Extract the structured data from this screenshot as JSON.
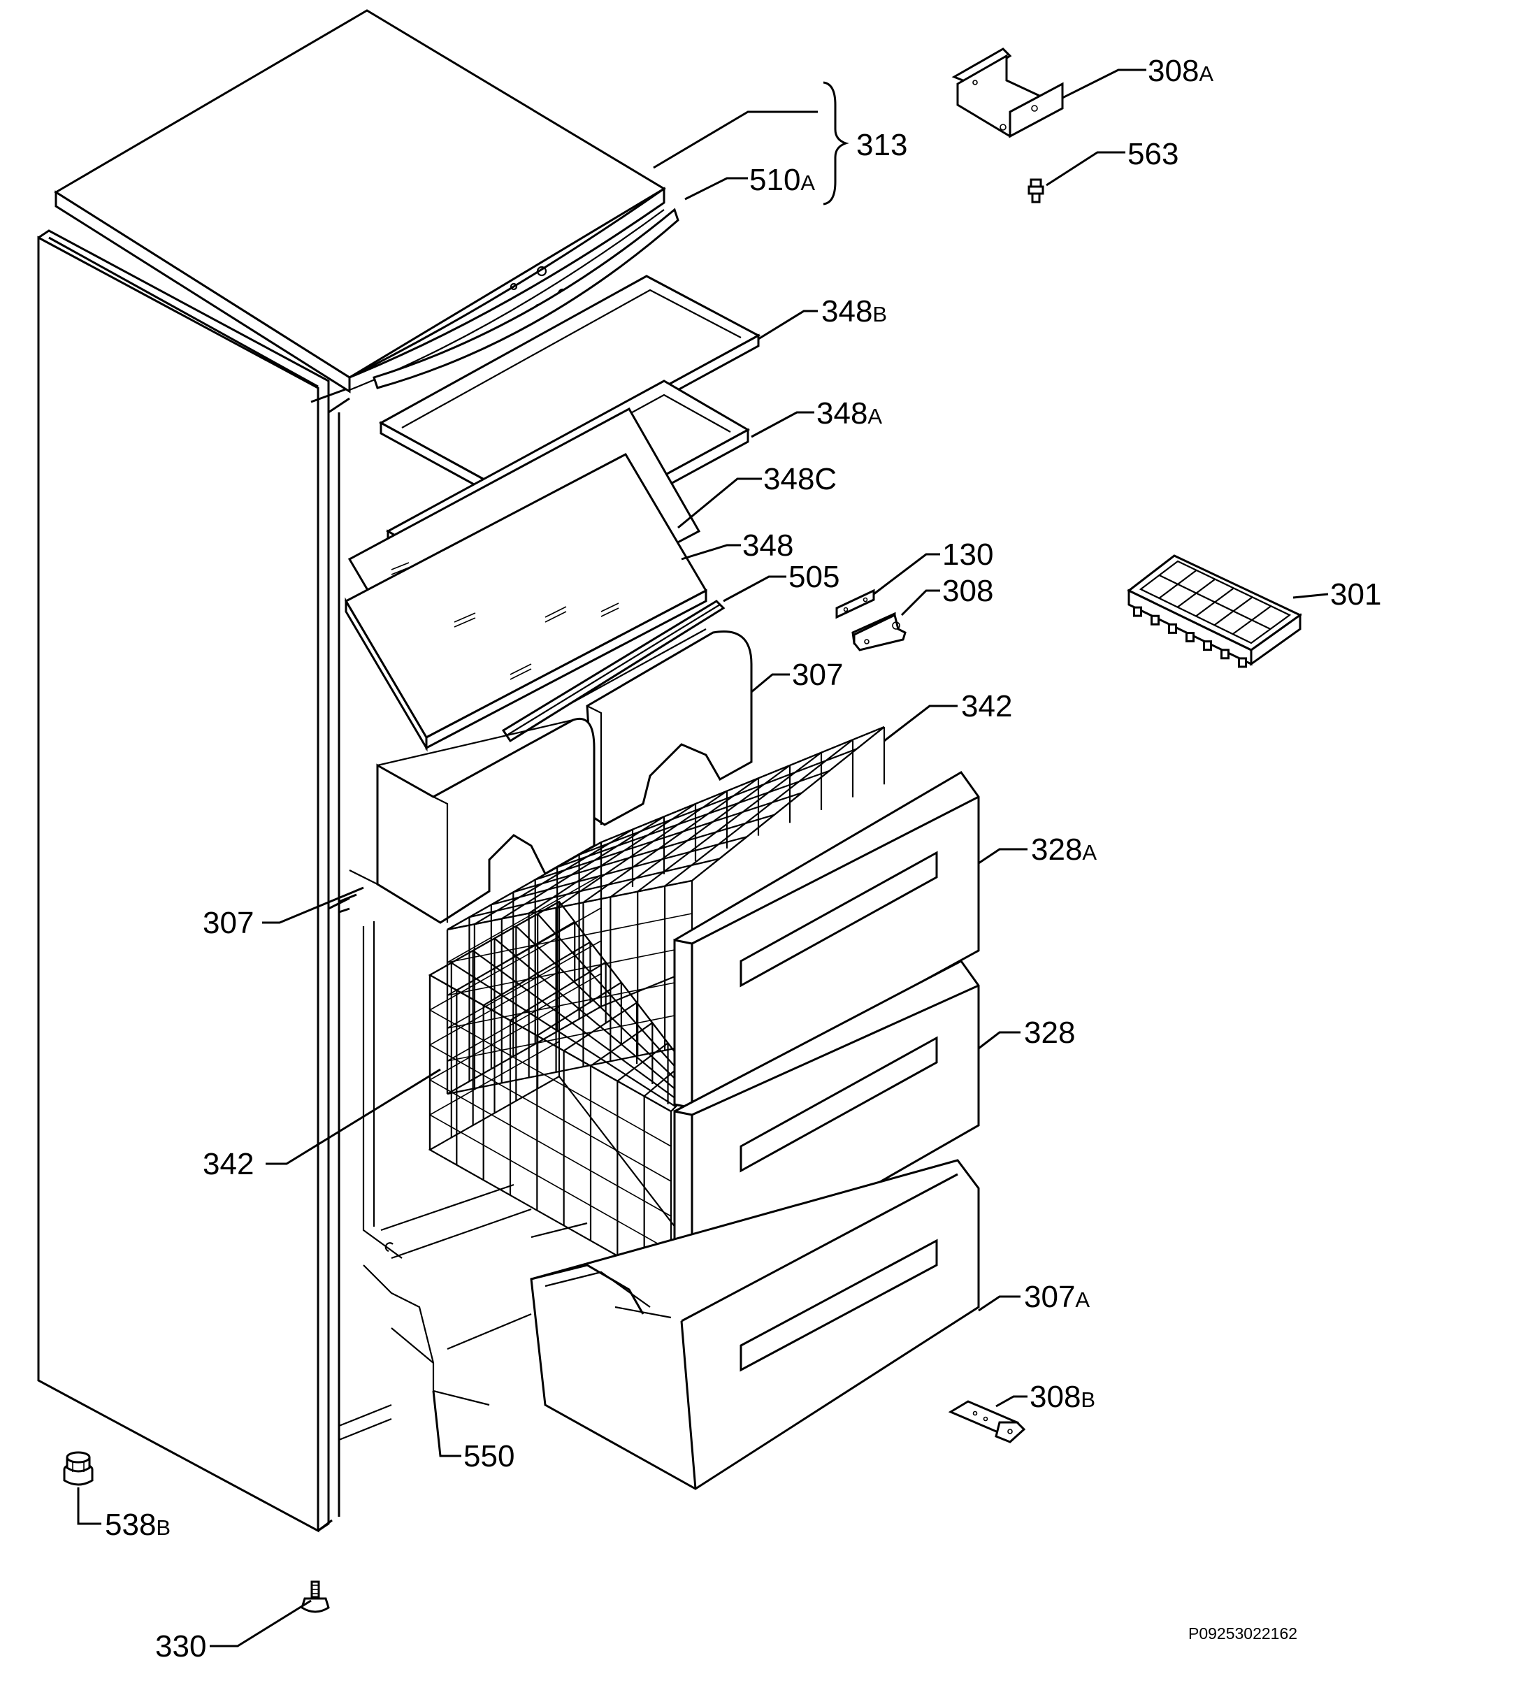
{
  "diagram": {
    "drawing_code": "P09253022162",
    "callouts": [
      {
        "id": "c-308a",
        "num": "308",
        "suffix": "A"
      },
      {
        "id": "c-563",
        "num": "563",
        "suffix": ""
      },
      {
        "id": "c-313",
        "num": "313",
        "suffix": ""
      },
      {
        "id": "c-510a",
        "num": "510",
        "suffix": "A"
      },
      {
        "id": "c-348b",
        "num": "348",
        "suffix": "B"
      },
      {
        "id": "c-348a",
        "num": "348",
        "suffix": "A"
      },
      {
        "id": "c-348c",
        "num": "348C",
        "suffix": ""
      },
      {
        "id": "c-348",
        "num": "348",
        "suffix": ""
      },
      {
        "id": "c-130",
        "num": "130",
        "suffix": ""
      },
      {
        "id": "c-505",
        "num": "505",
        "suffix": ""
      },
      {
        "id": "c-308",
        "num": "308",
        "suffix": ""
      },
      {
        "id": "c-301",
        "num": "301",
        "suffix": ""
      },
      {
        "id": "c-307-top",
        "num": "307",
        "suffix": ""
      },
      {
        "id": "c-342-top",
        "num": "342",
        "suffix": ""
      },
      {
        "id": "c-328a",
        "num": "328",
        "suffix": "A"
      },
      {
        "id": "c-307-left",
        "num": "307",
        "suffix": ""
      },
      {
        "id": "c-328",
        "num": "328",
        "suffix": ""
      },
      {
        "id": "c-342-left",
        "num": "342",
        "suffix": ""
      },
      {
        "id": "c-307a",
        "num": "307",
        "suffix": "A"
      },
      {
        "id": "c-308b",
        "num": "308",
        "suffix": "B"
      },
      {
        "id": "c-550",
        "num": "550",
        "suffix": ""
      },
      {
        "id": "c-538b",
        "num": "538",
        "suffix": "B"
      },
      {
        "id": "c-330",
        "num": "330",
        "suffix": ""
      }
    ]
  }
}
